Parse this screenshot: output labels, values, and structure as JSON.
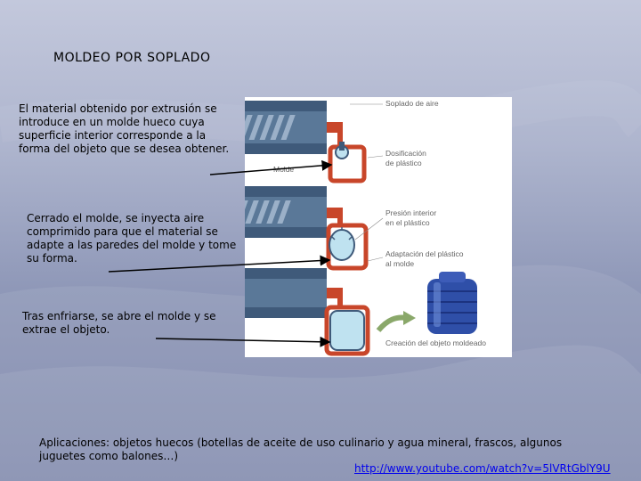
{
  "title": "MOLDEO POR SOPLADO",
  "step1": "El material obtenido por extrusión se introduce en un molde hueco cuya superficie interior corresponde a la forma del objeto que se desea obtener.",
  "step2": "Cerrado el molde, se inyecta aire comprimido  para que el material se adapte a las paredes del molde y tome su forma.",
  "step3": "Tras enfriarse, se abre el molde y se extrae el objeto.",
  "applications": "Aplicaciones: objetos huecos (botellas de aceite de uso culinario y agua mineral, frascos, algunos juguetes como balones…)",
  "link": "http://www.youtube.com/watch?v=5lVRtGblY9U",
  "diagram": {
    "label_air": "Soplado de aire",
    "label_mold": "Molde",
    "label_dosing_1": "Dosificación",
    "label_dosing_2": "de plástico",
    "label_pressure_1": "Presión interior",
    "label_pressure_2": "en el plástico",
    "label_adapt_1": "Adaptación del plástico",
    "label_adapt_2": "al molde",
    "label_creation": "Creación del objeto moldeado"
  },
  "colors": {
    "mold_red": "#c8462a",
    "steel": "#3f5a7a",
    "plastic_blue": "#bfe2f0",
    "product_blue": "#2f4fa8",
    "arrow_green": "#8aa86a",
    "link": "#0000ee"
  }
}
